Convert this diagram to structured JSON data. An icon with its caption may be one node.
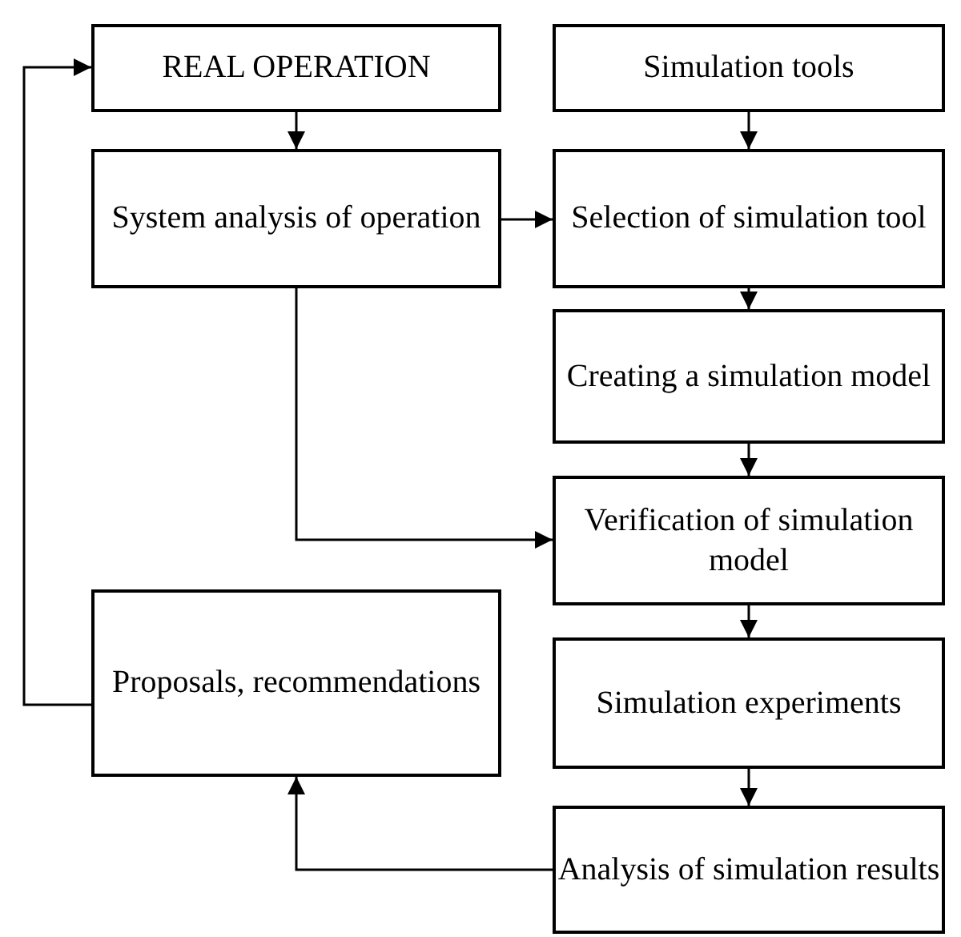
{
  "diagram": {
    "nodes": [
      {
        "text": [
          "REAL OPERATION"
        ]
      },
      {
        "text": [
          "Simulation tools"
        ]
      },
      {
        "text": [
          "System analysis of operation"
        ]
      },
      {
        "text": [
          "Selection of simulation tool"
        ]
      },
      {
        "text": [
          "Creating a simulation model"
        ]
      },
      {
        "text": [
          "Verification of simulation model"
        ]
      },
      {
        "text": [
          "Proposals, recommendations"
        ]
      },
      {
        "text": [
          "Simulation experiments"
        ]
      },
      {
        "text": [
          "Analysis of simulation results"
        ]
      }
    ],
    "edges": [
      {
        "from": 0,
        "to": 2,
        "arrow": "to"
      },
      {
        "from": 1,
        "to": 3,
        "arrow": "to"
      },
      {
        "from": 2,
        "to": 3,
        "arrow": "to"
      },
      {
        "from": 3,
        "to": 4,
        "arrow": "to"
      },
      {
        "from": 4,
        "to": 5,
        "arrow": "to"
      },
      {
        "from": 2,
        "to": 5,
        "arrow": "to"
      },
      {
        "from": 5,
        "to": 7,
        "arrow": "to"
      },
      {
        "from": 7,
        "to": 8,
        "arrow": "to"
      },
      {
        "from": 8,
        "to": 6,
        "arrow": "to"
      },
      {
        "from": 6,
        "to": 0,
        "arrow": "to"
      }
    ]
  }
}
